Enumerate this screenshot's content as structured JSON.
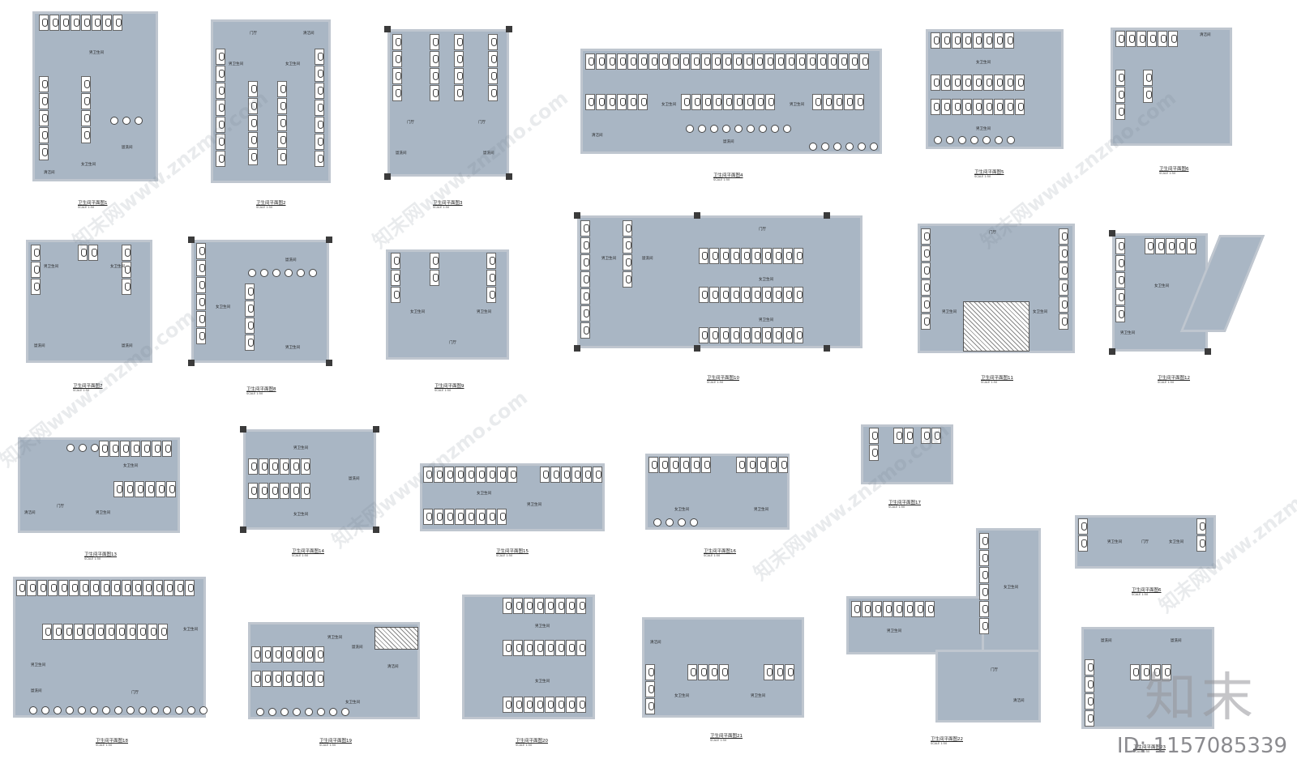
{
  "plans": [
    {
      "caption": "卫生间平面图1",
      "scale": "SCALE 1:50",
      "labels": [
        "男卫生间",
        "女卫生间",
        "盥洗间",
        "清洁间"
      ]
    },
    {
      "caption": "卫生间平面图2",
      "scale": "SCALE 1:50",
      "labels": [
        "门厅",
        "男卫生间",
        "女卫生间",
        "清洁间"
      ]
    },
    {
      "caption": "卫生间平面图3",
      "scale": "SCALE 1:50",
      "labels": [
        "门厅",
        "门厅",
        "盥洗间",
        "盥洗间"
      ]
    },
    {
      "caption": "卫生间平面图4",
      "scale": "SCALE 1:50",
      "labels": [
        "女卫生间",
        "男卫生间",
        "盥洗间",
        "清洁间"
      ]
    },
    {
      "caption": "卫生间平面图5",
      "scale": "SCALE 1:50",
      "labels": [
        "女卫生间",
        "男卫生间"
      ]
    },
    {
      "caption": "卫生间平面图6",
      "scale": "SCALE 1:50",
      "labels": [
        "清洁间"
      ]
    },
    {
      "caption": "卫生间平面图7",
      "scale": "SCALE 1:50",
      "labels": [
        "男卫生间",
        "女卫生间",
        "盥洗间",
        "盥洗间"
      ]
    },
    {
      "caption": "卫生间平面图8",
      "scale": "SCALE 1:50",
      "labels": [
        "盥洗间",
        "女卫生间",
        "男卫生间"
      ]
    },
    {
      "caption": "卫生间平面图9",
      "scale": "SCALE 1:50",
      "labels": [
        "女卫生间",
        "男卫生间",
        "门厅"
      ]
    },
    {
      "caption": "卫生间平面图10",
      "scale": "SCALE 1:50",
      "labels": [
        "门厅",
        "男卫生间",
        "盥洗间",
        "女卫生间",
        "男卫生间"
      ]
    },
    {
      "caption": "卫生间平面图11",
      "scale": "SCALE 1:50",
      "labels": [
        "门厅",
        "男卫生间",
        "女卫生间"
      ]
    },
    {
      "caption": "卫生间平面图12",
      "scale": "SCALE 1:50",
      "labels": [
        "女卫生间",
        "男卫生间"
      ]
    },
    {
      "caption": "卫生间平面图13",
      "scale": "SCALE 1:50",
      "labels": [
        "女卫生间",
        "门厅",
        "男卫生间",
        "清洁间"
      ]
    },
    {
      "caption": "卫生间平面图14",
      "scale": "SCALE 1:50",
      "labels": [
        "男卫生间",
        "女卫生间",
        "盥洗间"
      ]
    },
    {
      "caption": "卫生间平面图15",
      "scale": "SCALE 1:50",
      "labels": [
        "女卫生间",
        "男卫生间"
      ]
    },
    {
      "caption": "卫生间平面图16",
      "scale": "SCALE 1:50",
      "labels": [
        "女卫生间",
        "男卫生间"
      ]
    },
    {
      "caption": "卫生间平面图17",
      "scale": "SCALE 1:50",
      "labels": []
    },
    {
      "caption": "卫生间平面图18",
      "scale": "SCALE 1:50",
      "labels": [
        "男卫生间",
        "女卫生间",
        "盥洗间",
        "门厅"
      ]
    },
    {
      "caption": "卫生间平面图19",
      "scale": "SCALE 1:50",
      "labels": [
        "男卫生间",
        "盥洗间",
        "清洁间",
        "女卫生间"
      ]
    },
    {
      "caption": "卫生间平面图20",
      "scale": "SCALE 1:50",
      "labels": [
        "男卫生间",
        "女卫生间"
      ]
    },
    {
      "caption": "卫生间平面图21",
      "scale": "SCALE 1:50",
      "labels": [
        "清洁间",
        "女卫生间",
        "男卫生间"
      ]
    },
    {
      "caption": "卫生间平面图22",
      "scale": "SCALE 1:50",
      "labels": [
        "男卫生间",
        "女卫生间",
        "门厅",
        "清洁间"
      ]
    },
    {
      "caption": "卫生间平面图6",
      "scale": "SCALE 1:50",
      "labels": [
        "男卫生间",
        "门厅",
        "女卫生间"
      ]
    },
    {
      "caption": "卫生间平面图23",
      "scale": "SCALE 1:50",
      "labels": [
        "盥洗间",
        "盥洗间"
      ]
    }
  ],
  "watermarks": [
    "知末网www.znzmo.com"
  ],
  "brand": "知末",
  "id_text": "ID: 1157085339",
  "colors": {
    "floor": "#a9b6c4",
    "wall": "#bfc6cf",
    "column": "#3b3b3b"
  }
}
